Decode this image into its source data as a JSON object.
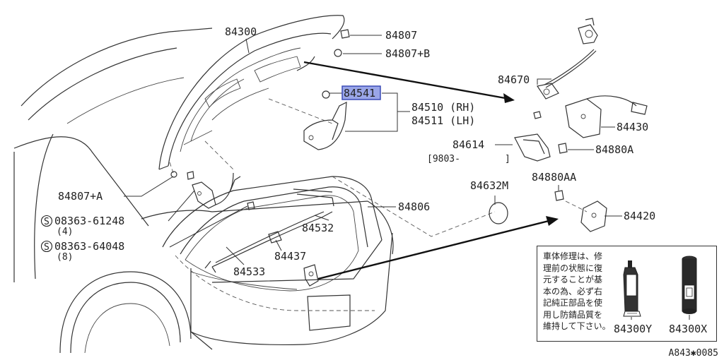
{
  "diagram": {
    "parts": {
      "trunk_lid": "84300",
      "bumper_rubber": "84807",
      "bumper_rubber_b": "84807+B",
      "selected_part": "84541",
      "hinge_rh": "84510 (RH)",
      "hinge_lh": "84511 (LH)",
      "lock_assembly": "84670",
      "striker": "84430",
      "cover": "84614",
      "cover_date": "[9803-",
      "cover_date_end": "]",
      "screw_a": "84880A",
      "screw_aa": "84880AA",
      "plug": "84632M",
      "bumper_rubber_a": "84807+A",
      "weatherstrip": "84806",
      "bolt_1": "08363-61248",
      "bolt_1_qty": "(4)",
      "bolt_2": "08363-64048",
      "bolt_2_qty": "(8)",
      "torsion_bar_1": "84532",
      "clip": "84437",
      "torsion_bar_2": "84533",
      "striker_lower": "84420",
      "sealant": "84300Y",
      "touchup_spray": "84300X"
    },
    "screw_symbol": "S",
    "note": "車体修理は、修\n理前の状態に復\n元することが基\n本の為、必ず右\n記純正部品を使\n用し防錆品質を\n維持して下さい。",
    "figure_code": "A843✱0085"
  }
}
